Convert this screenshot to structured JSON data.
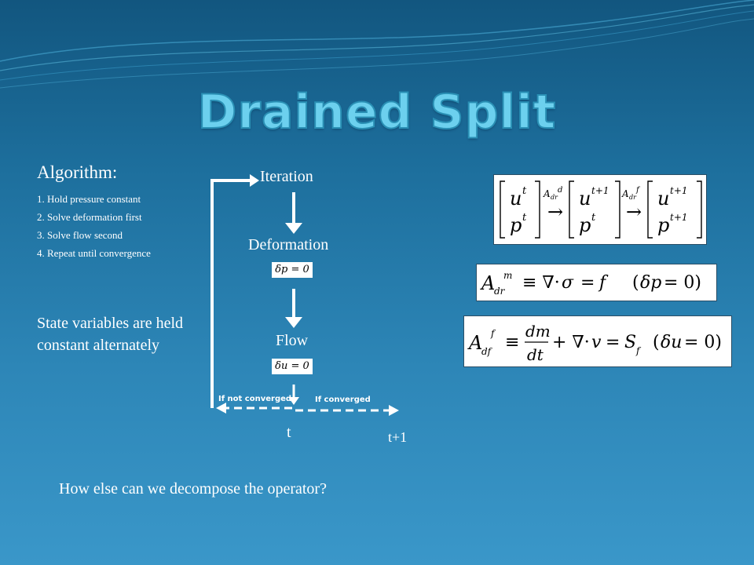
{
  "slide": {
    "title": "Drained Split",
    "algorithm": {
      "heading": "Algorithm:",
      "steps": [
        "1. Hold pressure constant",
        "2. Solve deformation first",
        "3. Solve flow second",
        "4. Repeat until convergence"
      ]
    },
    "state_note": "State variables are held constant alternately",
    "flow": {
      "iteration": "Iteration",
      "deformation": "Deformation",
      "deformation_condition": "δp = 0",
      "flow": "Flow",
      "flow_condition": "δu = 0",
      "not_converged": "If not converged",
      "converged": "If converged",
      "t": "t",
      "t_next": "t+1"
    },
    "question": "How else can we decompose the operator?"
  }
}
